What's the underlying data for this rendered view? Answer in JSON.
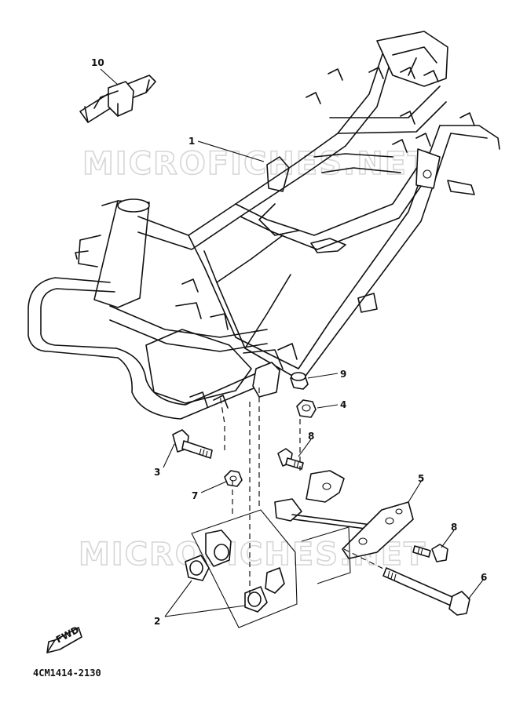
{
  "watermark": "MICROFICHES.NET",
  "diagram_code": "4CM1414-2130",
  "front_label": "FWD",
  "callouts": [
    "1",
    "2",
    "3",
    "4",
    "5",
    "6",
    "7",
    "8",
    "8",
    "9",
    "10"
  ],
  "colors": {
    "line": "#111111",
    "watermark": "#d6d6d6",
    "background": "#ffffff"
  }
}
